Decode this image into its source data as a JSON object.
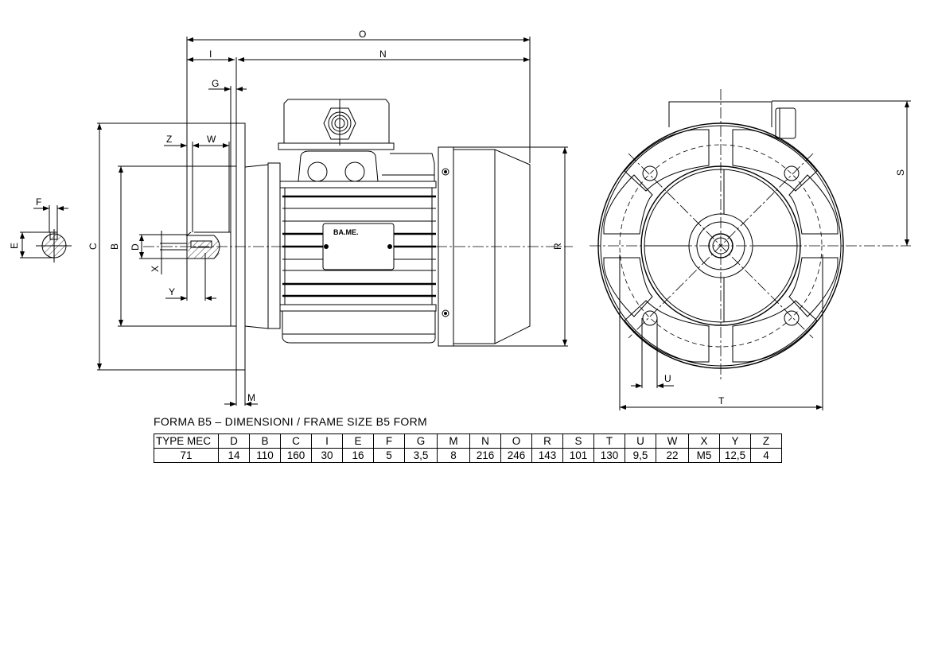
{
  "drawing": {
    "brand_plate": "BA.ME.",
    "dimension_labels": {
      "O": "O",
      "I": "I",
      "N": "N",
      "G": "G",
      "Z": "Z",
      "W": "W",
      "F": "F",
      "E": "E",
      "C": "C",
      "B": "B",
      "D": "D",
      "X": "X",
      "Y": "Y",
      "M": "M",
      "R": "R",
      "S": "S",
      "T": "T",
      "U": "U"
    }
  },
  "caption": "FORMA B5 – DIMENSIONI / FRAME SIZE B5 FORM",
  "table": {
    "headers": [
      "TYPE MEC",
      "D",
      "B",
      "C",
      "I",
      "E",
      "F",
      "G",
      "M",
      "N",
      "O",
      "R",
      "S",
      "T",
      "U",
      "W",
      "X",
      "Y",
      "Z"
    ],
    "rows": [
      [
        "71",
        "14",
        "110",
        "160",
        "30",
        "16",
        "5",
        "3,5",
        "8",
        "216",
        "246",
        "143",
        "101",
        "130",
        "9,5",
        "22",
        "M5",
        "12,5",
        "4"
      ]
    ]
  }
}
